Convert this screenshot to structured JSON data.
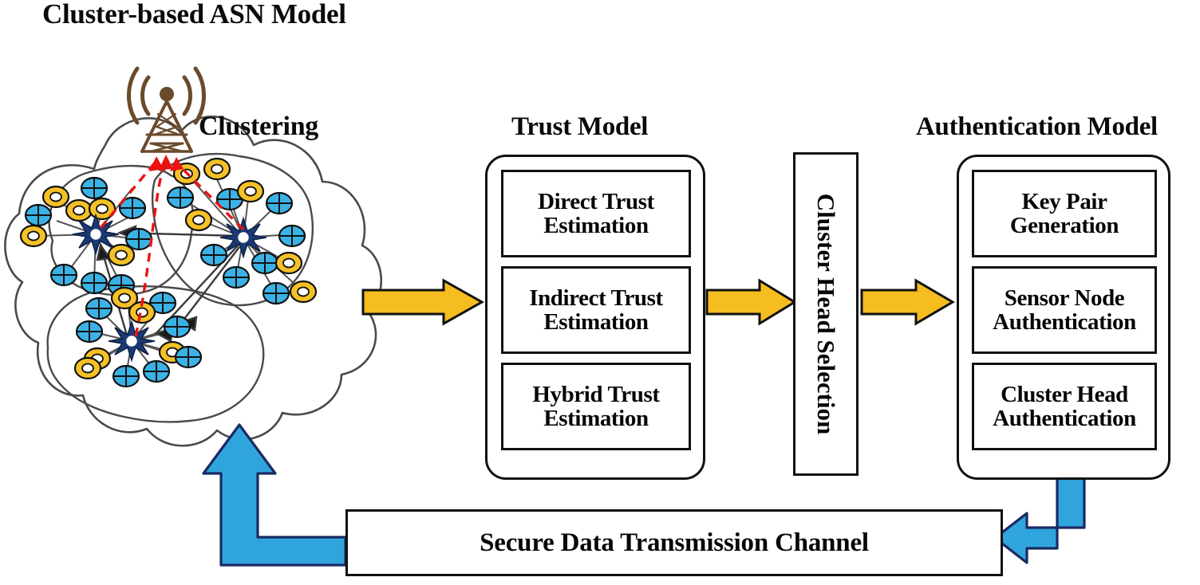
{
  "diagram": {
    "title": "Cluster-based ASN Model",
    "labels": {
      "clustering": "Clustering",
      "trust_model": "Trust Model",
      "authentication_model": "Authentication Model"
    },
    "trust_model": {
      "items": [
        "Direct Trust Estimation",
        "Indirect Trust Estimation",
        "Hybrid Trust Estimation"
      ],
      "item_lines": [
        [
          "Direct Trust",
          "Estimation"
        ],
        [
          "Indirect Trust",
          "Estimation"
        ],
        [
          "Hybrid Trust",
          "Estimation"
        ]
      ]
    },
    "cluster_head_selection": {
      "label": "Cluster Head Selection",
      "orientation": "vertical-rotated-90"
    },
    "authentication_model": {
      "items": [
        "Key Pair Generation",
        "Sensor Node Authentication",
        "Cluster Head Authentication"
      ],
      "item_lines": [
        [
          "Key Pair",
          "Generation"
        ],
        [
          "Sensor Node",
          "Authentication"
        ],
        [
          "Cluster Head",
          "Authentication"
        ]
      ]
    },
    "channel": {
      "label": "Secure Data Transmission Channel"
    },
    "flow_arrows": [
      {
        "name": "cloud-to-trust-model",
        "color": "#F5BD1F",
        "direction": "right"
      },
      {
        "name": "trust-model-to-cluster-head-selection",
        "color": "#F5BD1F",
        "direction": "right"
      },
      {
        "name": "cluster-head-selection-to-auth-model",
        "color": "#F5BD1F",
        "direction": "right"
      },
      {
        "name": "auth-model-to-channel",
        "color": "#30A5DD",
        "direction": "down-left"
      },
      {
        "name": "channel-to-cloud",
        "color": "#30A5DD",
        "direction": "left-up"
      }
    ],
    "network": {
      "tower_name": "base-station-tower",
      "tower_color": "#6B4A2B",
      "uplink_color": "#EE1111",
      "cluster_count": 3,
      "node_colors": {
        "sensor_node": "#3BB2E6",
        "gateway_node": "#F5C126",
        "cluster_head": "#1B3A74"
      },
      "clusters": [
        {
          "name": "cluster-1",
          "sensor_nodes": 8,
          "ring_nodes": 5
        },
        {
          "name": "cluster-2",
          "sensor_nodes": 9,
          "ring_nodes": 6
        },
        {
          "name": "cluster-3",
          "sensor_nodes": 7,
          "ring_nodes": 4
        }
      ]
    },
    "colors": {
      "arrow_yellow": "#F5BD1F",
      "arrow_blue": "#30A5DD",
      "arrow_blue_stroke": "#1A2A63",
      "outline_black": "#111111"
    }
  }
}
